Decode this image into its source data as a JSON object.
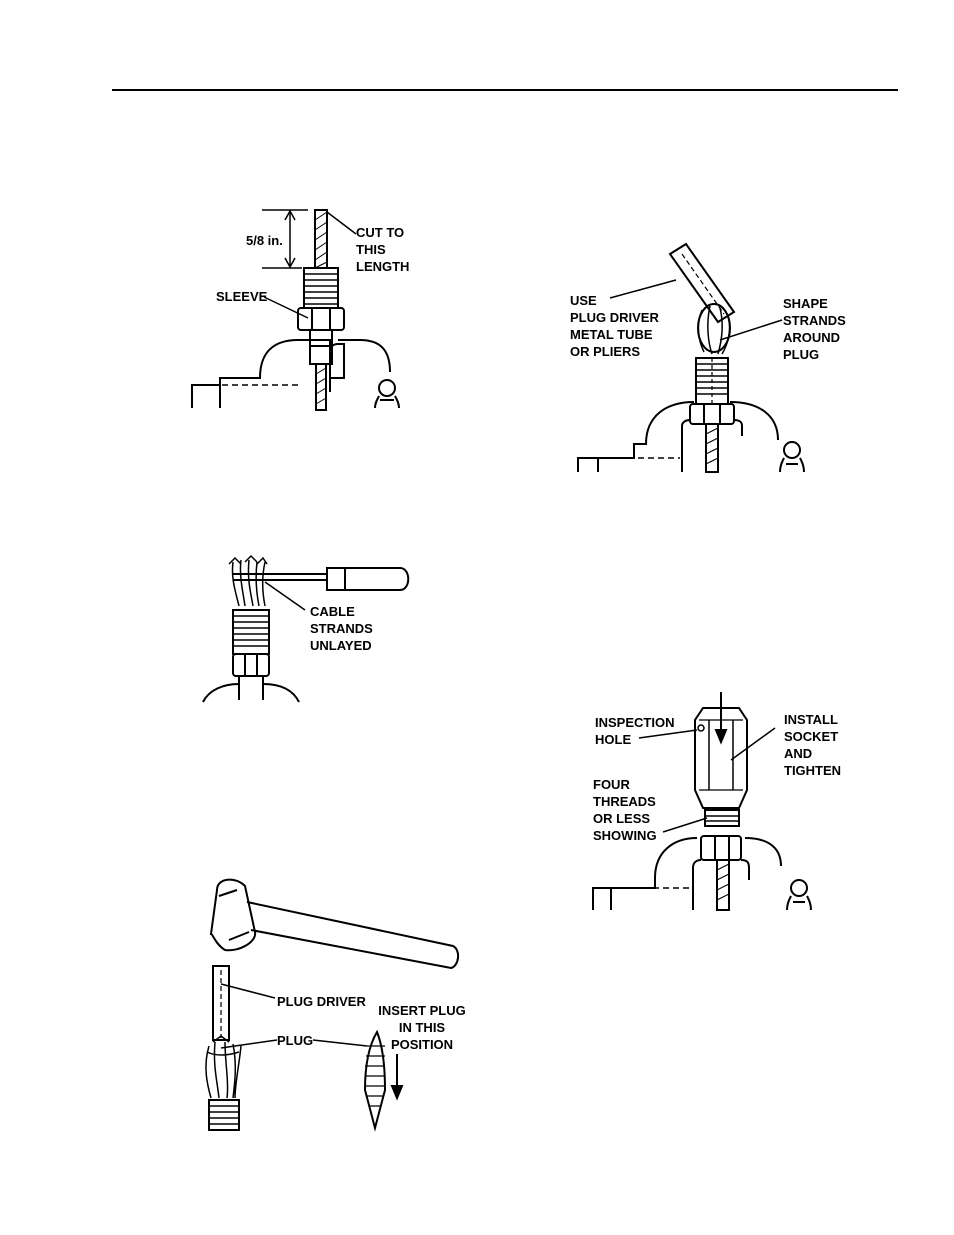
{
  "figure1": {
    "dimension": "5/8 in.",
    "cut_label": [
      "CUT TO",
      "THIS",
      "LENGTH"
    ],
    "sleeve_label": "SLEEVE"
  },
  "figure2": {
    "strands_label": [
      "CABLE",
      "STRANDS",
      "UNLAYED"
    ]
  },
  "figure3": {
    "driver_label": "PLUG DRIVER",
    "plug_label": "PLUG",
    "insert_label": [
      "INSERT PLUG",
      "IN THIS",
      "POSITION"
    ]
  },
  "figure4": {
    "use_label": [
      "USE",
      "PLUG DRIVER",
      "METAL TUBE",
      "OR PLIERS"
    ],
    "shape_label": [
      "SHAPE",
      "STRANDS",
      "AROUND",
      "PLUG"
    ]
  },
  "figure5": {
    "inspection_label": [
      "INSPECTION",
      "HOLE"
    ],
    "install_label": [
      "INSTALL",
      "SOCKET",
      "AND",
      "TIGHTEN"
    ],
    "threads_label": [
      "FOUR",
      "THREADS",
      "OR LESS",
      "SHOWING"
    ]
  }
}
